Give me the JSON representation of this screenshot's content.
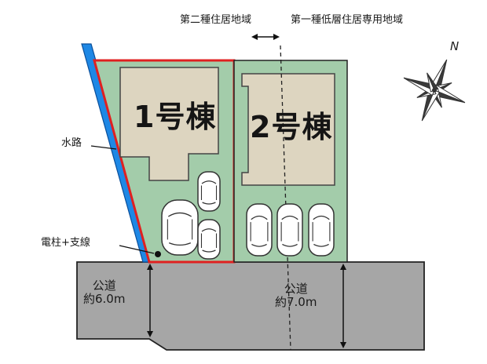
{
  "zones": {
    "left": "第二種住居地域",
    "right": "第一種低層住居専用地域"
  },
  "lots": [
    {
      "name": "1号棟"
    },
    {
      "name": "2号棟"
    }
  ],
  "labels": {
    "waterway": "水路",
    "pole": "電柱+支線"
  },
  "roads": [
    {
      "name": "公道",
      "width": "約6.0m"
    },
    {
      "name": "公道",
      "width": "約7.0m"
    }
  ],
  "compass": {
    "north": "N"
  },
  "colors": {
    "site": "#a3ccaa",
    "building": "#ddd5c0",
    "road": "#a6a6a6",
    "water": "#1e88e5",
    "lot_boundary": "#e02020"
  }
}
